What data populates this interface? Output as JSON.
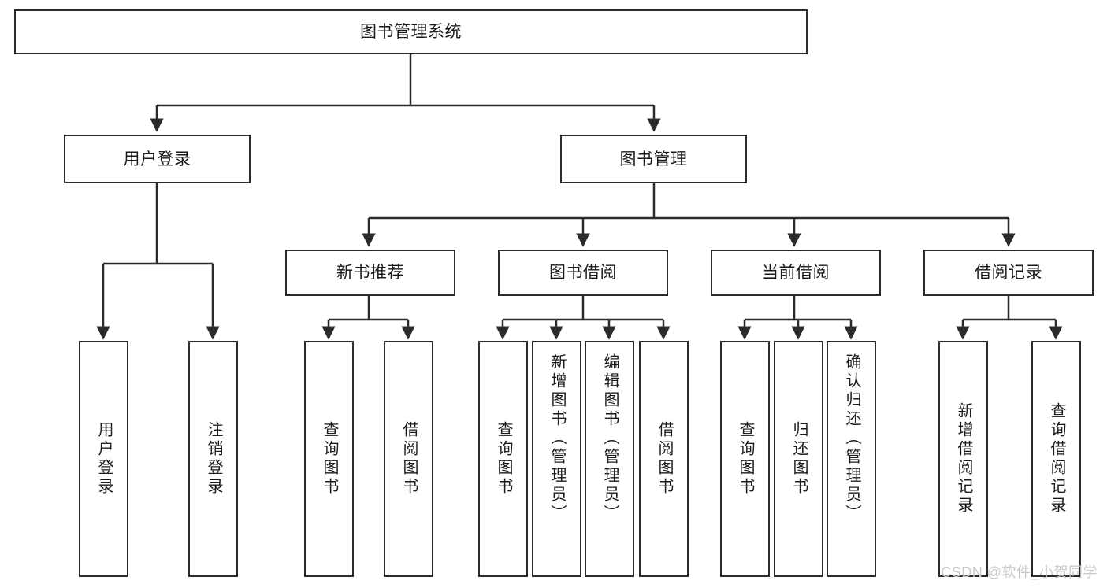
{
  "diagram": {
    "title": "图书管理系统",
    "type": "hierarchy-tree",
    "root": {
      "label": "图书管理系统"
    },
    "level2": [
      {
        "label": "用户登录"
      },
      {
        "label": "图书管理"
      }
    ],
    "level3": [
      {
        "label": "新书推荐"
      },
      {
        "label": "图书借阅"
      },
      {
        "label": "当前借阅"
      },
      {
        "label": "借阅记录"
      }
    ],
    "leaves": {
      "user_login": [
        {
          "label": "用户登录"
        },
        {
          "label": "注销登录"
        }
      ],
      "new_book_recommend": [
        {
          "label": "查询图书"
        },
        {
          "label": "借阅图书"
        }
      ],
      "book_borrow": [
        {
          "label": "查询图书"
        },
        {
          "label": "新增图书（管理员）"
        },
        {
          "label": "编辑图书（管理员）"
        },
        {
          "label": "借阅图书"
        }
      ],
      "current_borrow": [
        {
          "label": "查询图书"
        },
        {
          "label": "归还图书"
        },
        {
          "label": "确认归还（管理员）"
        }
      ],
      "borrow_record": [
        {
          "label": "新增借阅记录"
        },
        {
          "label": "查询借阅记录"
        }
      ]
    }
  },
  "watermark": {
    "text": "CSDN @软件_小贺同学"
  },
  "colors": {
    "stroke": "#2b2b2b",
    "background": "#ffffff",
    "text": "#1b1b1b",
    "watermark": "#c9c9c9"
  }
}
